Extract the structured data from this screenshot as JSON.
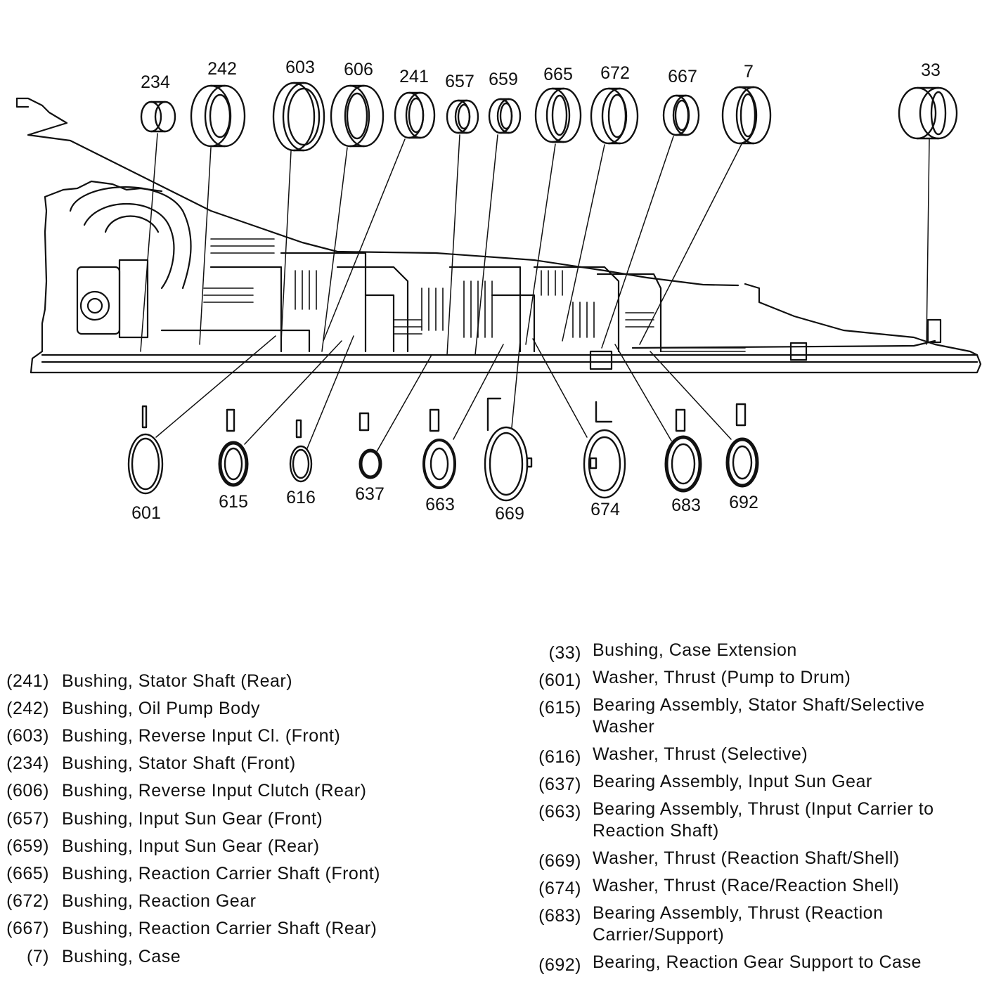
{
  "top_parts": [
    "234",
    "242",
    "603",
    "606",
    "241",
    "657",
    "659",
    "665",
    "672",
    "667",
    "7",
    "33"
  ],
  "bottom_parts": [
    "601",
    "615",
    "616",
    "637",
    "663",
    "669",
    "674",
    "683",
    "692"
  ],
  "legend_left": [
    {
      "num": "(241)",
      "desc": "Bushing, Stator Shaft (Rear)"
    },
    {
      "num": "(242)",
      "desc": "Bushing, Oil Pump Body"
    },
    {
      "num": "(603)",
      "desc": "Bushing, Reverse Input Cl. (Front)"
    },
    {
      "num": "(234)",
      "desc": "Bushing, Stator Shaft (Front)"
    },
    {
      "num": "(606)",
      "desc": "Bushing, Reverse Input Clutch (Rear)"
    },
    {
      "num": "(657)",
      "desc": "Bushing, Input Sun Gear (Front)"
    },
    {
      "num": "(659)",
      "desc": "Bushing, Input Sun Gear (Rear)"
    },
    {
      "num": "(665)",
      "desc": "Bushing, Reaction Carrier Shaft (Front)"
    },
    {
      "num": "(672)",
      "desc": "Bushing, Reaction Gear"
    },
    {
      "num": "(667)",
      "desc": "Bushing, Reaction Carrier Shaft (Rear)"
    },
    {
      "num": "(7)",
      "desc": "Bushing, Case"
    }
  ],
  "legend_right": [
    {
      "num": "(33)",
      "desc": "Bushing, Case Extension"
    },
    {
      "num": "(601)",
      "desc": "Washer, Thrust (Pump to Drum)"
    },
    {
      "num": "(615)",
      "desc": "Bearing Assembly, Stator Shaft/Selective Washer"
    },
    {
      "num": "(616)",
      "desc": "Washer, Thrust (Selective)"
    },
    {
      "num": "(637)",
      "desc": "Bearing Assembly, Input Sun Gear"
    },
    {
      "num": "(663)",
      "desc": "Bearing Assembly, Thrust (Input Carrier to Reaction Shaft)"
    },
    {
      "num": "(669)",
      "desc": "Washer, Thrust (Reaction Shaft/Shell)"
    },
    {
      "num": "(674)",
      "desc": "Washer, Thrust (Race/Reaction Shell)"
    },
    {
      "num": "(683)",
      "desc": "Bearing Assembly, Thrust (Reaction Carrier/Support)"
    },
    {
      "num": "(692)",
      "desc": "Bearing, Reaction Gear Support to Case"
    }
  ]
}
